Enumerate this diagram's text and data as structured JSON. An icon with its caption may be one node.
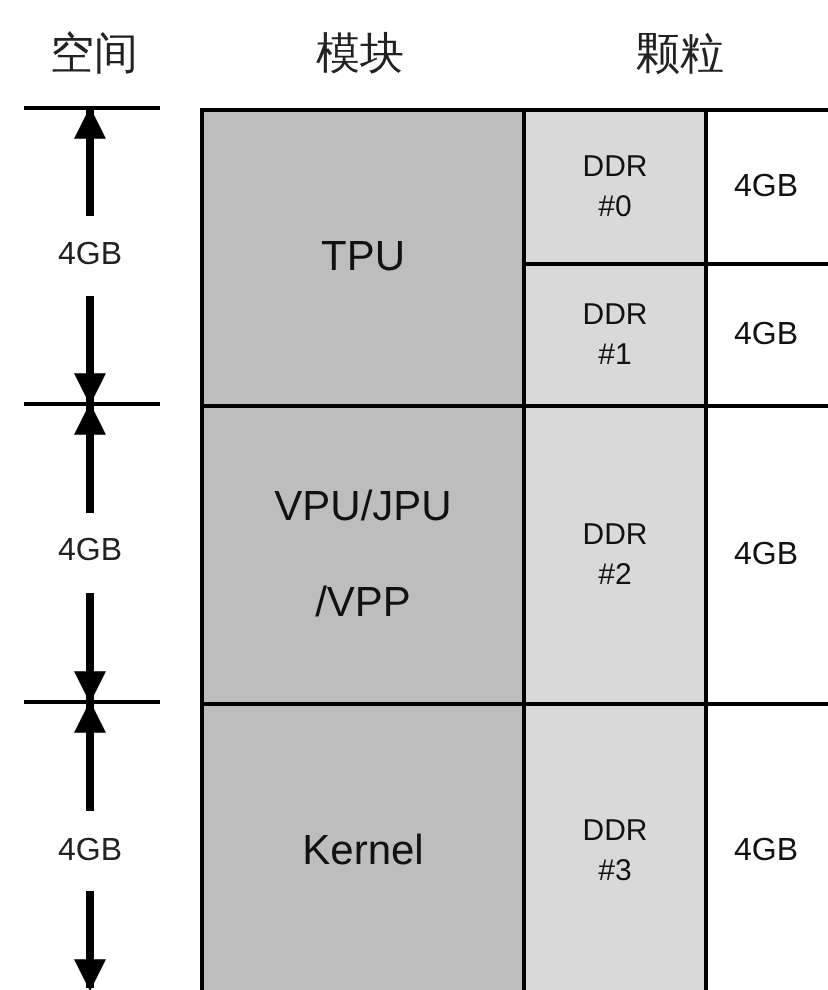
{
  "diagram": {
    "nodes": [
      {
        "text": [
          "TPU"
        ]
      },
      {
        "text": [
          "DDR #0"
        ]
      },
      {
        "text": [
          "4GB"
        ]
      },
      {
        "text": [
          "DDR #1"
        ]
      },
      {
        "text": [
          "4GB"
        ]
      },
      {
        "text": [
          "VPU/JPU /VPP"
        ]
      },
      {
        "text": [
          "DDR #2"
        ]
      },
      {
        "text": [
          "4GB"
        ]
      },
      {
        "text": [
          "Kernel"
        ]
      },
      {
        "text": [
          "DDR #3"
        ]
      },
      {
        "text": [
          "4GB"
        ]
      }
    ],
    "labels": [
      "空间",
      "模块",
      "颗粒",
      "4GB",
      "4GB",
      "4GB"
    ]
  }
}
